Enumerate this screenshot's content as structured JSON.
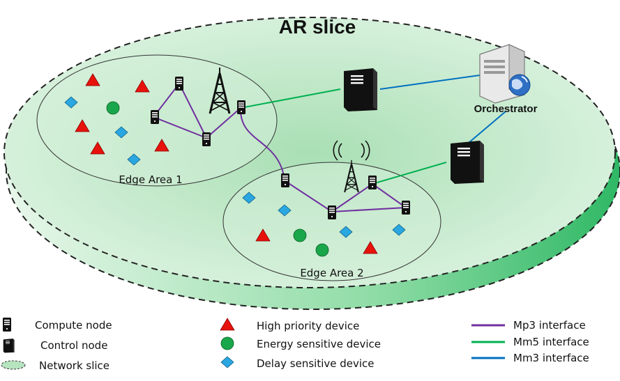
{
  "diagram": {
    "title": "AR slice",
    "edge_areas": [
      {
        "label": "Edge Area 1"
      },
      {
        "label": "Edge Area 2"
      }
    ],
    "orchestrator_label": "Orchestrator"
  },
  "legend": {
    "nodes": [
      {
        "label": "Compute node",
        "icon": "compute-node-icon"
      },
      {
        "label": "Control node",
        "icon": "control-node-icon"
      },
      {
        "label": "Network slice",
        "icon": "network-slice-icon"
      }
    ],
    "devices": [
      {
        "label": "High priority device",
        "icon": "red-triangle",
        "color": "#e8120c"
      },
      {
        "label": "Energy sensitive device",
        "icon": "green-circle",
        "color": "#1aa64a"
      },
      {
        "label": "Delay sensitive device",
        "icon": "blue-diamond",
        "color": "#2aa6e0"
      }
    ],
    "interfaces": [
      {
        "label": "Mp3 interface",
        "color": "#7030a0"
      },
      {
        "label": "Mm5 interface",
        "color": "#00b050"
      },
      {
        "label": "Mm3 interface",
        "color": "#0070c0"
      }
    ]
  },
  "colors": {
    "slice_fill": "#c9ecd0",
    "slice_edge": "#3cbf6b"
  }
}
